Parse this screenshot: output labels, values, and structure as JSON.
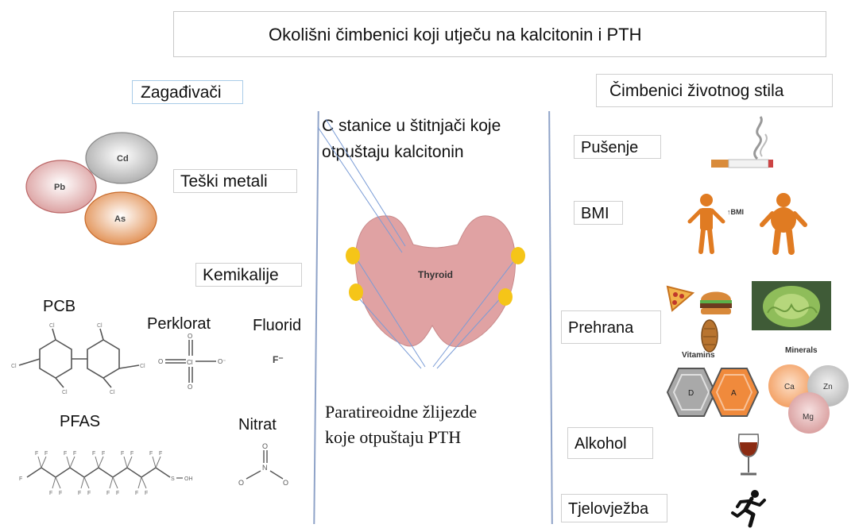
{
  "title": "Okolišni čimbenici koji utječu na kalcitonin i PTH",
  "left": {
    "heading": "Zagađivači",
    "heavy_metals": {
      "label": "Teški metali",
      "elements": [
        "Cd",
        "Pb",
        "As"
      ]
    },
    "chemicals": {
      "label": "Kemikalije",
      "items": [
        "PCB",
        "Perklorat",
        "Fluorid",
        "PFAS",
        "Nitrat"
      ],
      "fluoride_formula": "F⁻"
    }
  },
  "center": {
    "c_cells": "C stanice u štitnjači koje otpuštaju kalcitonin",
    "c_cells_line1": "C stanice u štitnjači koje",
    "c_cells_line2": "otpuštaju kalcitonin",
    "thyroid_label": "Thyroid",
    "parathyroid_line1": "Paratireoidne žlijezde",
    "parathyroid_line2": "koje otpuštaju PTH"
  },
  "right": {
    "heading": "Čimbenici životnog stila",
    "factors": [
      "Pušenje",
      "BMI",
      "Prehrana",
      "Alkohol",
      "Tjelovježba"
    ],
    "bmi_arrow_label": "↑BMI",
    "vitamins_label": "Vitamins",
    "minerals_label": "Minerals",
    "vitamins": [
      "D",
      "A"
    ],
    "minerals": [
      "Ca",
      "Zn",
      "Mg"
    ]
  },
  "colors": {
    "thyroid": "#e0a2a3",
    "parathyroid": "#f5c518",
    "person": "#e07b22",
    "vitamin_a": "#f08a3c",
    "vitamin_d": "#a9a9a9",
    "divider": "#8fa3c8"
  }
}
